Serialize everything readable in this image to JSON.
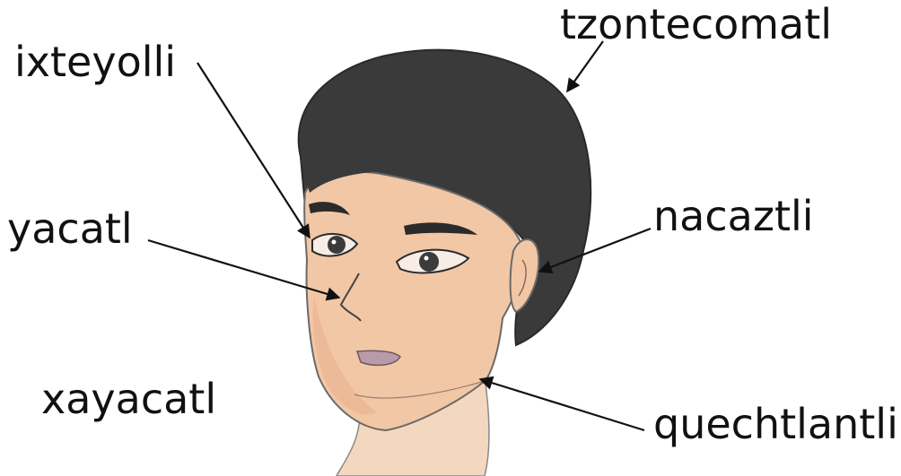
{
  "labels": {
    "tzontecomatl": "tzontecomatl",
    "ixteyolli": "ixteyolli",
    "yacatl": "yacatl",
    "nacaztli": "nacaztli",
    "xayacatl": "xayacatl",
    "quechtlantli": "quechtlantli"
  },
  "colors": {
    "hair": "#3a3a3a",
    "skin": "#f2c7a6",
    "skin_shadow": "#e9b08f",
    "lips": "#b89aa8",
    "brows": "#2b2b2b",
    "outline": "#444444",
    "arrow": "#111111"
  }
}
